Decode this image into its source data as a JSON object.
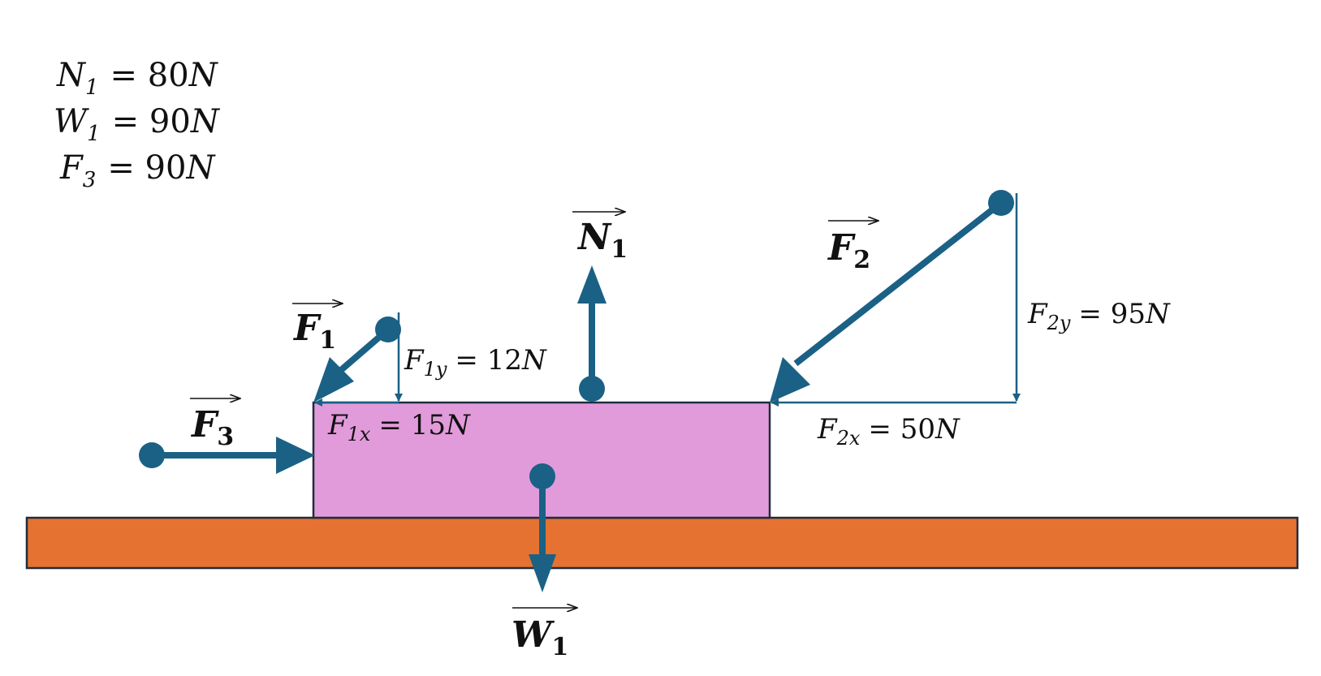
{
  "givens": [
    {
      "symbol": "N",
      "sub": "1",
      "value": "= 80",
      "unit": "N"
    },
    {
      "symbol": "W",
      "sub": "1",
      "value": "= 90",
      "unit": "N"
    },
    {
      "symbol": "F",
      "sub": "3",
      "value": "= 90",
      "unit": "N"
    }
  ],
  "vectors": {
    "N1": {
      "symbol": "N",
      "sub": "1",
      "direction": "up"
    },
    "W1": {
      "symbol": "W",
      "sub": "1",
      "direction": "down"
    },
    "F1": {
      "symbol": "F",
      "sub": "1",
      "direction": "down-left"
    },
    "F2": {
      "symbol": "F",
      "sub": "2",
      "direction": "down-left"
    },
    "F3": {
      "symbol": "F",
      "sub": "3",
      "direction": "right"
    }
  },
  "components": {
    "F1y": {
      "symbol": "F",
      "sub": "1y",
      "value": "= 12",
      "unit": "N"
    },
    "F1x": {
      "symbol": "F",
      "sub": "1x",
      "value": "= 15",
      "unit": "N"
    },
    "F2y": {
      "symbol": "F",
      "sub": "2y",
      "value": "= 95",
      "unit": "N"
    },
    "F2x": {
      "symbol": "F",
      "sub": "2x",
      "value": "= 50",
      "unit": "N"
    }
  },
  "colors": {
    "vector": "#1a6185",
    "block": "#e29bda",
    "ground": "#e57230",
    "outline": "#1f2d3d"
  }
}
